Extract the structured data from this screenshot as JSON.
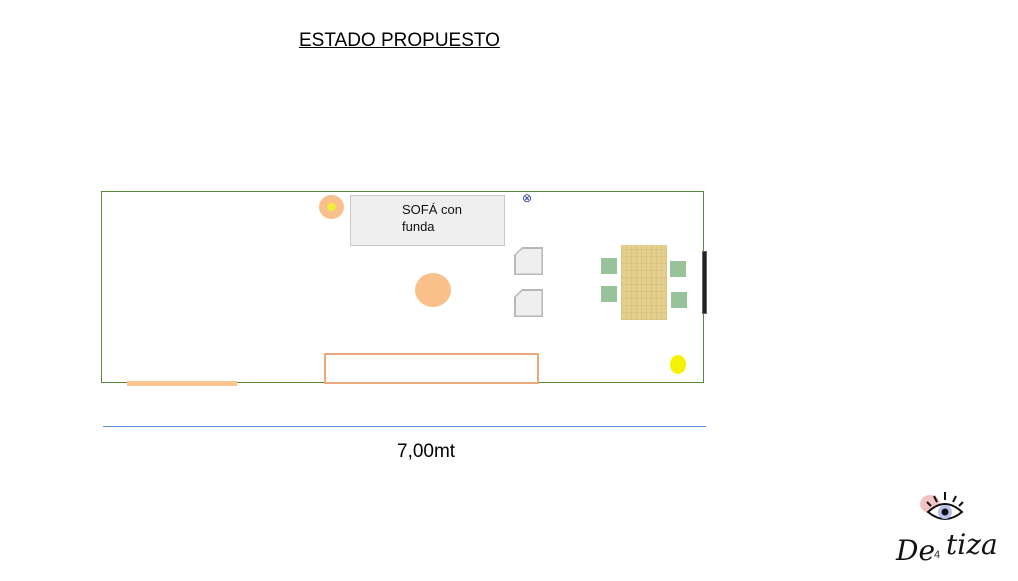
{
  "title": "ESTADO PROPUESTO",
  "floorplan": {
    "sofa": {
      "label_line1": "SOFÁ con",
      "label_line2": "funda"
    },
    "dimension": {
      "label": "7,00mt"
    },
    "colors": {
      "wall": "#5a8a3a",
      "sofa": "#efefef",
      "lamp": "#f9c08c",
      "lamp_bulb": "#f0ef3a",
      "rug": "#f9c08c",
      "table": "#e4cf8e",
      "chairs": "#97c29a",
      "tv": "#222222",
      "ceiling_light": "#f4f200",
      "cabinet_outline": "#eba87a",
      "door": "#fbc48c",
      "dimension_line": "#5b8fd6"
    },
    "icons": {
      "socket": "⊗"
    }
  },
  "logo": {
    "text_main": "De",
    "text_num": "4",
    "text_end": "tiza"
  }
}
